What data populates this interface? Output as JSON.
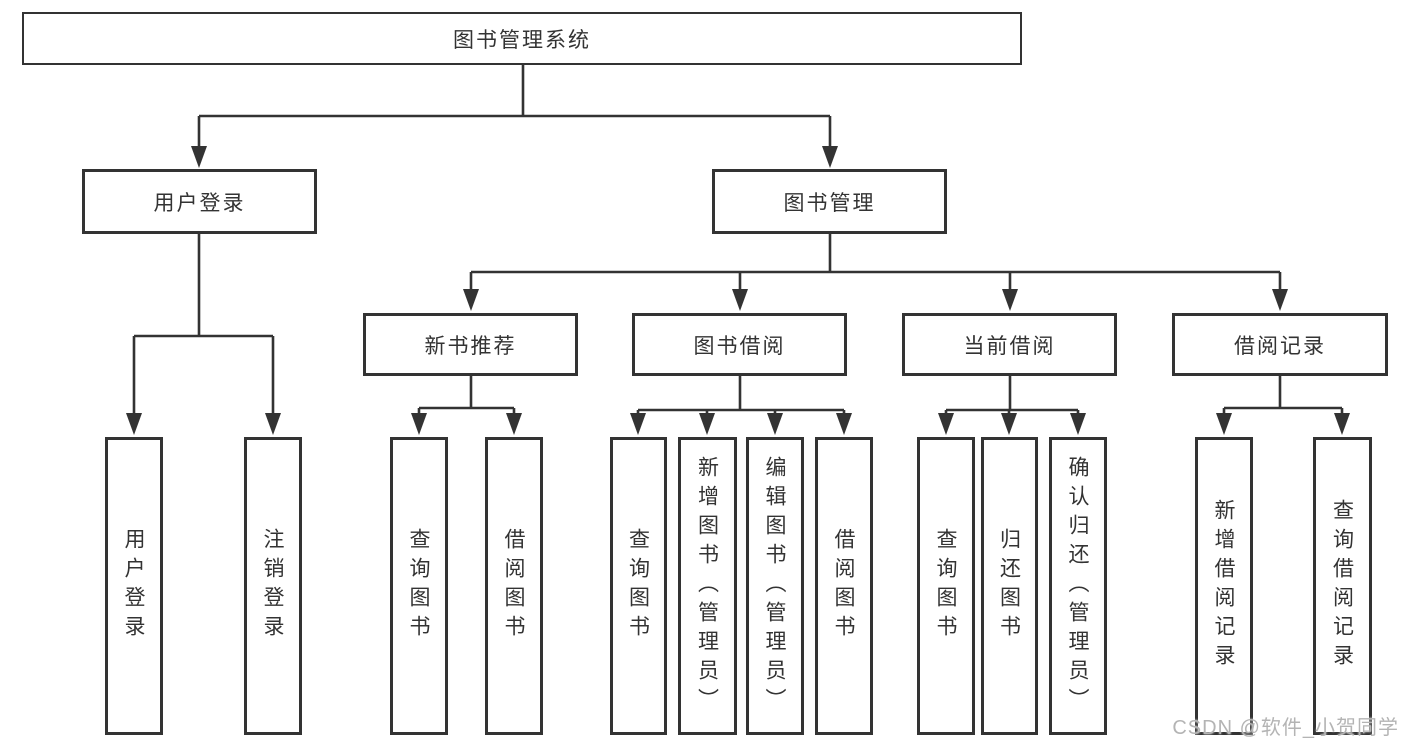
{
  "diagram": {
    "title": "图书管理系统",
    "type": "hierarchy-chart"
  },
  "tree": {
    "root": {
      "label": "图书管理系统"
    },
    "level2": [
      {
        "label": "用户登录"
      },
      {
        "label": "图书管理"
      }
    ],
    "level3": [
      {
        "label": "新书推荐"
      },
      {
        "label": "图书借阅"
      },
      {
        "label": "当前借阅"
      },
      {
        "label": "借阅记录"
      }
    ],
    "leaves": {
      "user_login": [
        {
          "label": "用户登录"
        },
        {
          "label": "注销登录"
        }
      ],
      "new_book": [
        {
          "label": "查询图书"
        },
        {
          "label": "借阅图书"
        }
      ],
      "book_borrow": [
        {
          "label": "查询图书"
        },
        {
          "label": "新增图书（管理员）"
        },
        {
          "label": "编辑图书（管理员）"
        },
        {
          "label": "借阅图书"
        }
      ],
      "current_borrow": [
        {
          "label": "查询图书"
        },
        {
          "label": "归还图书"
        },
        {
          "label": "确认归还（管理员）"
        }
      ],
      "borrow_record": [
        {
          "label": "新增借阅记录"
        },
        {
          "label": "查询借阅记录"
        }
      ]
    }
  },
  "watermark": "CSDN @软件_小贺同学",
  "colors": {
    "line": "#333333",
    "text": "#333333",
    "box_background": "#ffffff",
    "watermark": "#b4b4b4",
    "background": "#ffffff"
  }
}
